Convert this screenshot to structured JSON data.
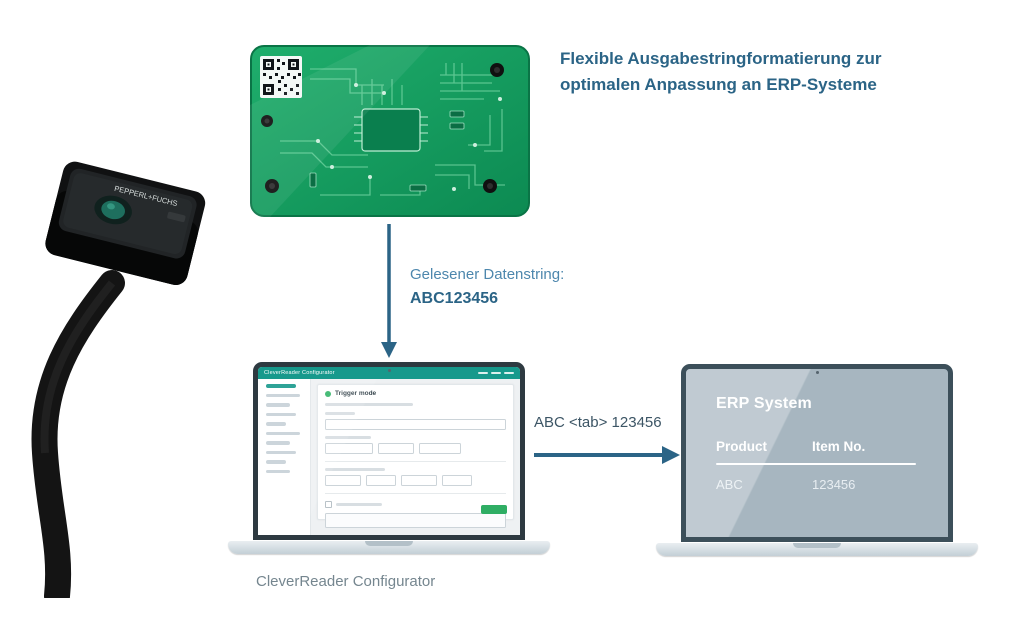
{
  "colors": {
    "accent_blue": "#2b6486",
    "light_blue": "#4d87ad",
    "teal": "#17998c",
    "green": "#2fae64",
    "pcb_green": "#12a05e",
    "erp_screen_gray": "#a7b6c0"
  },
  "heading": {
    "line1": "Flexible Ausgabestringformatierung zur",
    "line2": "optimalen Anpassung an ERP-Systeme"
  },
  "scanner": {
    "brand": "PEPPERL+FUCHS"
  },
  "flow": {
    "datastring_label": "Gelesener Datenstring:",
    "datastring_value": "ABC123456",
    "output_string": "ABC <tab> 123456"
  },
  "configurator": {
    "window_title": "CleverReader Configurator",
    "page_title": "Trigger mode",
    "caption": "CleverReader Configurator"
  },
  "erp": {
    "title": "ERP System",
    "columns": [
      "Product",
      "Item No."
    ],
    "row": [
      "ABC",
      "123456"
    ]
  }
}
